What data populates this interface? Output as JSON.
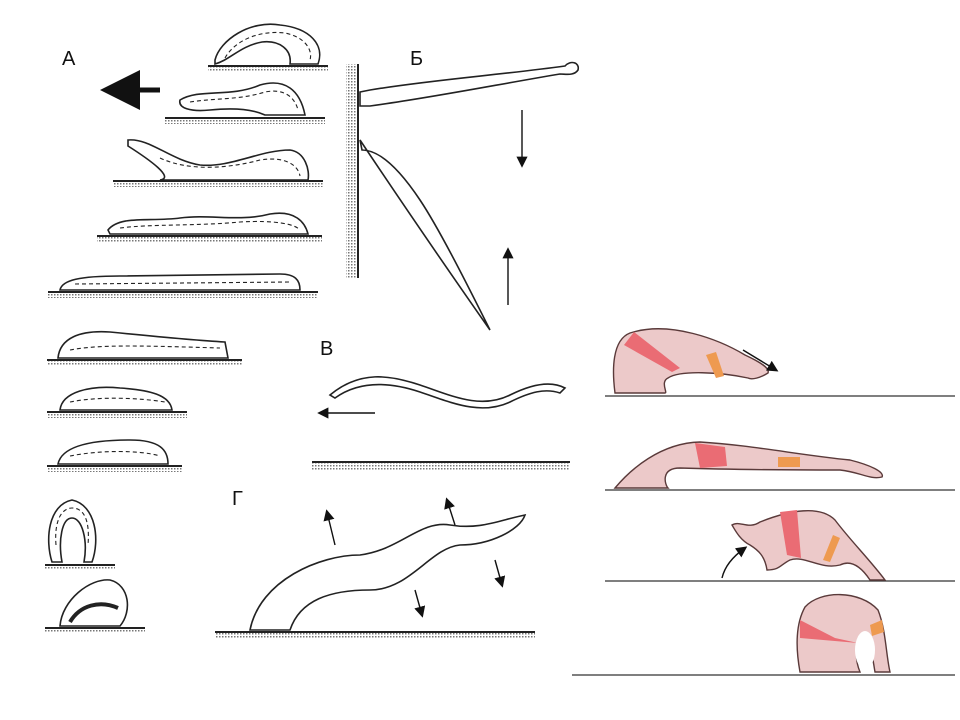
{
  "figure": {
    "panel_labels": {
      "a": "А",
      "b": "Б",
      "v": "В",
      "g": "Г"
    }
  }
}
